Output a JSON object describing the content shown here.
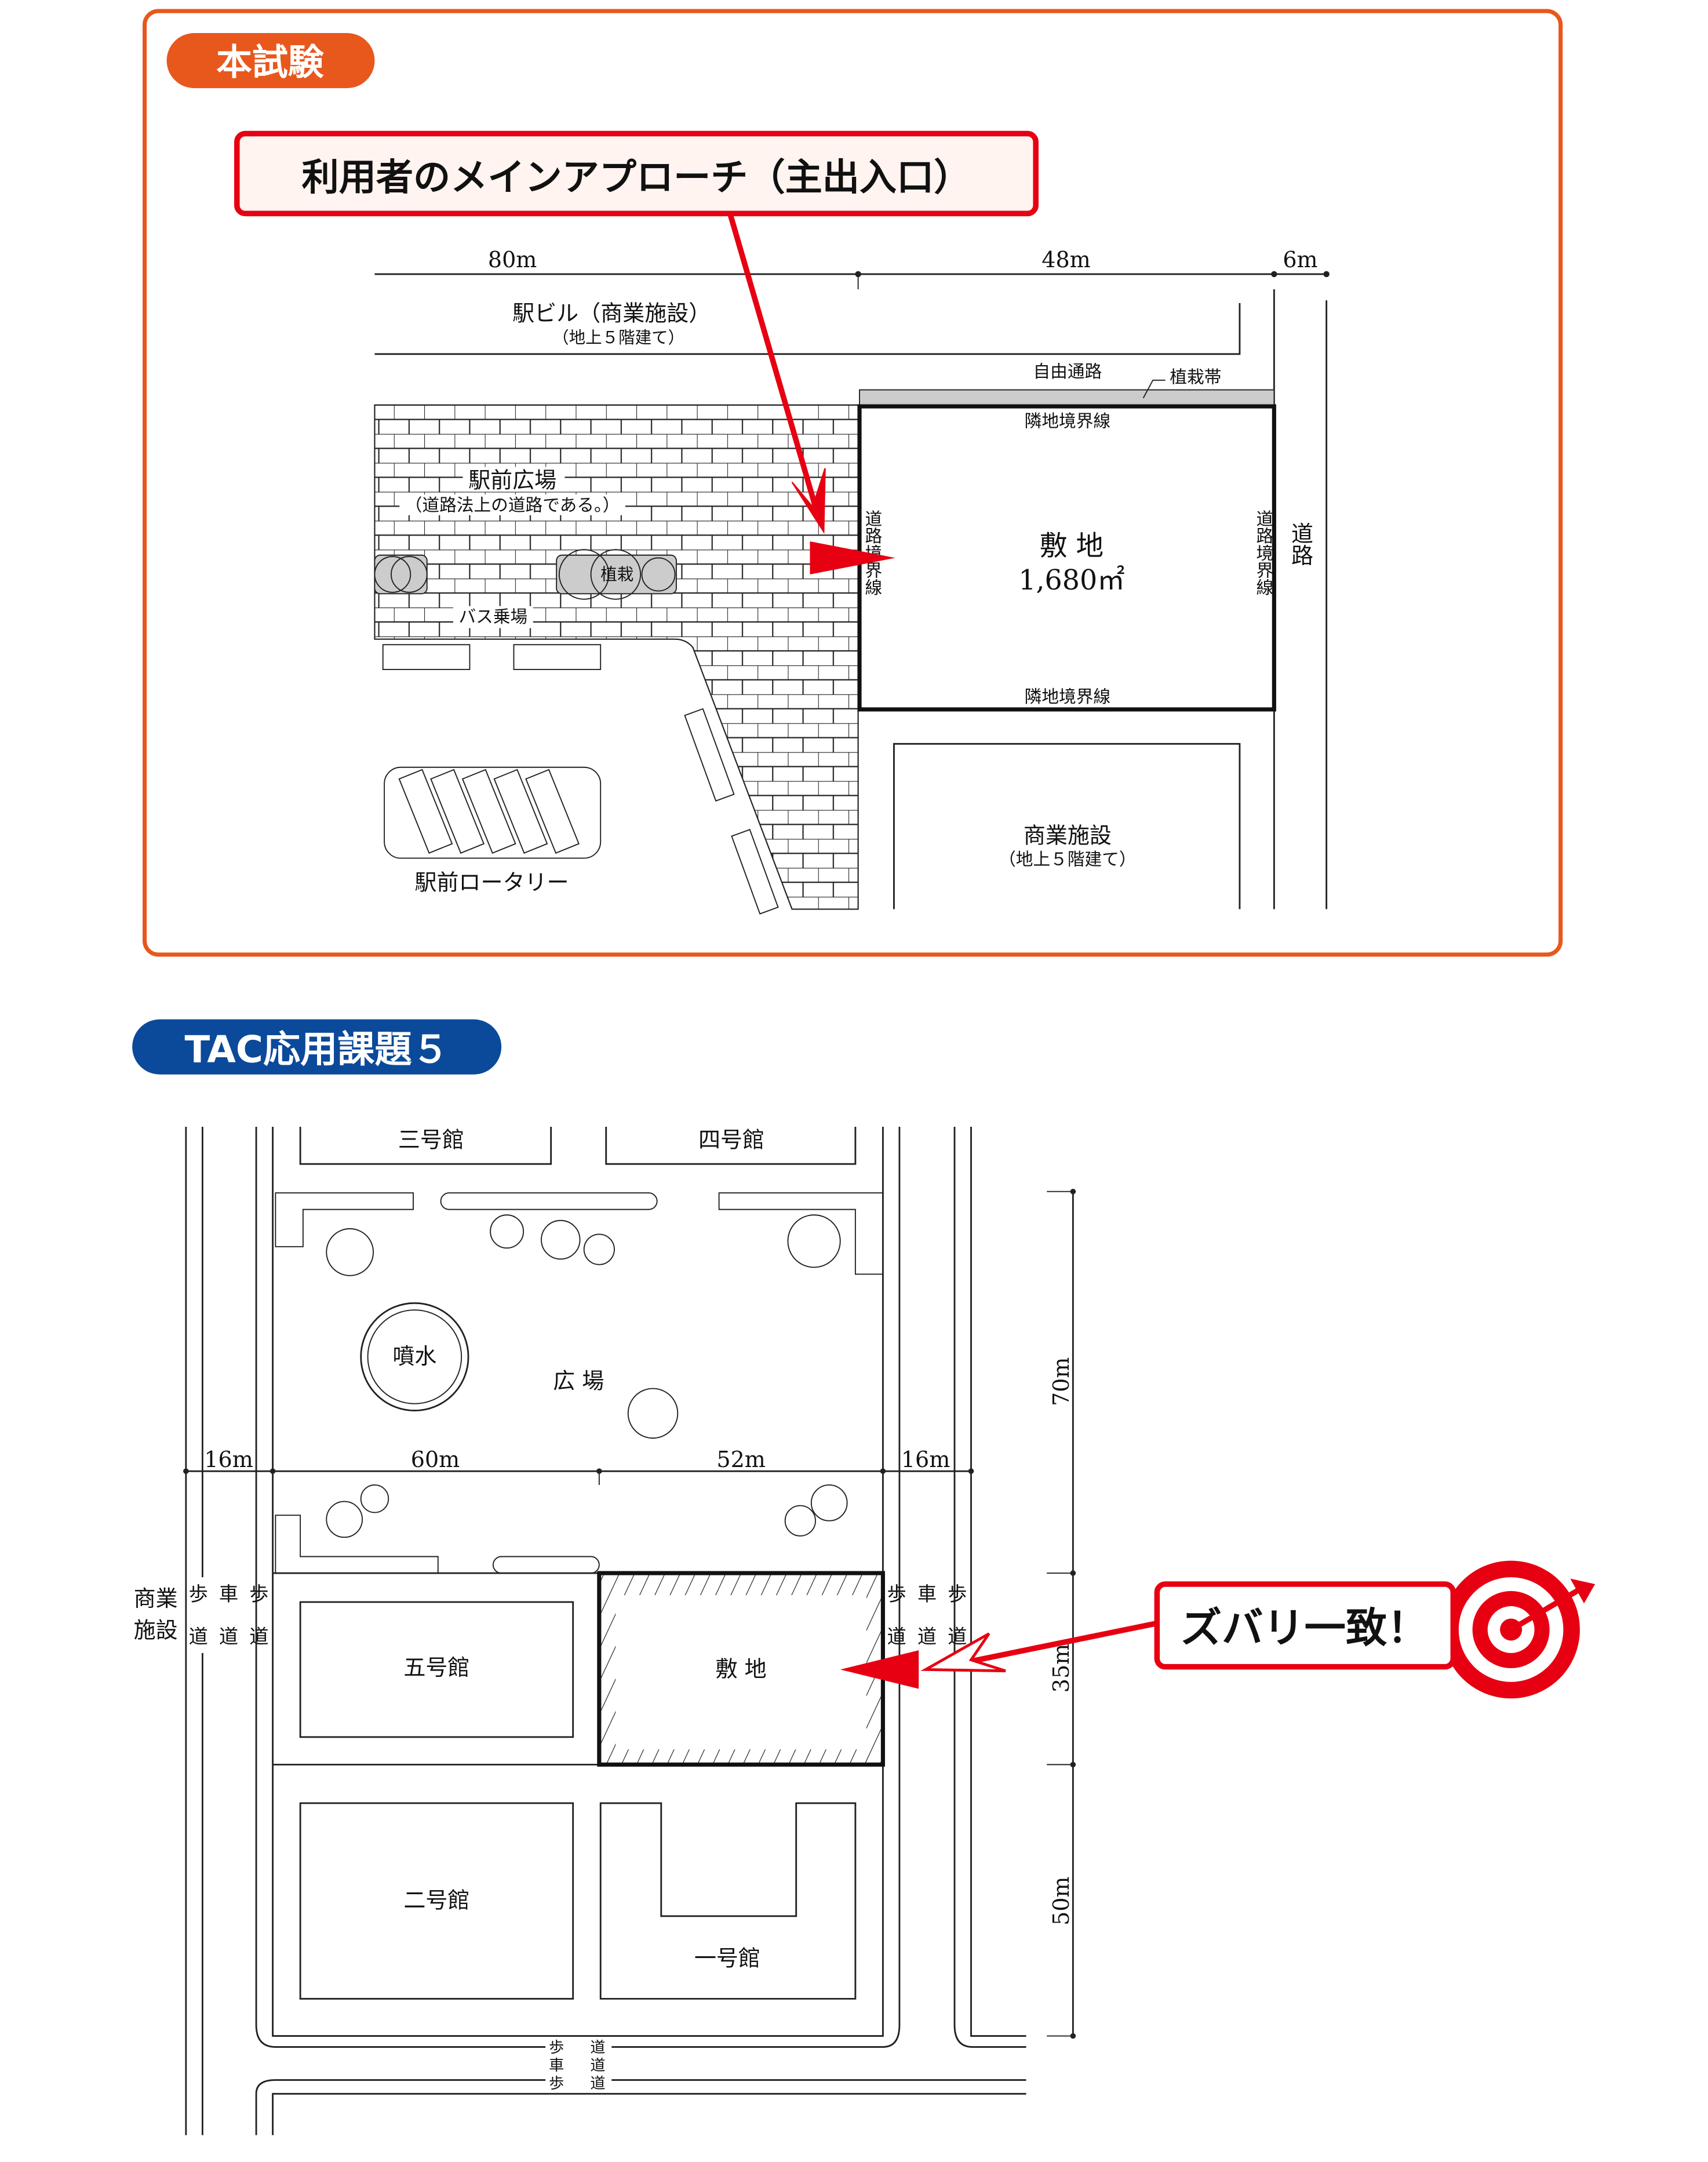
{
  "colors": {
    "orange": "#e8581c",
    "red": "#e60012",
    "blue": "#0b4a9a",
    "planting": "#cccccc"
  },
  "top": {
    "badge": "本試験",
    "callout": "利用者のメインアプローチ（主出入口）",
    "dims": [
      "80m",
      "48m",
      "6m"
    ],
    "station_building": "駅ビル（商業施設）",
    "station_building_sub": "（地上５階建て）",
    "free_passage": "自由通路",
    "planting_strip": "植栽帯",
    "neighbor_boundary_top": "隣地境界線",
    "neighbor_boundary_bottom": "隣地境界線",
    "site": "敷 地",
    "site_area": "1,680㎡",
    "road_boundary_left": "道路境界線",
    "road_boundary_right": "道路境界線",
    "road": "道路",
    "plaza": "駅前広場",
    "plaza_note": "（道路法上の道路である。）",
    "planting": "植栽",
    "bus_stop": "バス乗場",
    "rotary": "駅前ロータリー",
    "commercial": "商業施設",
    "commercial_sub": "（地上５階建て）"
  },
  "bottom": {
    "badge": "TAC応用課題５",
    "building3": "三号館",
    "building4": "四号館",
    "fountain": "噴水",
    "plaza": "広 場",
    "dims": [
      "16m",
      "60m",
      "52m",
      "16m"
    ],
    "vdims": [
      "70m",
      "35m",
      "50m"
    ],
    "commercial": [
      "商業",
      "施設"
    ],
    "road_cols_top": [
      "歩",
      "車",
      "歩"
    ],
    "road_cols_bottom": [
      "道",
      "道",
      "道"
    ],
    "building5": "五号館",
    "site": "敷 地",
    "building2": "二号館",
    "building1": "一号館",
    "callout": "ズバリ一致！"
  }
}
